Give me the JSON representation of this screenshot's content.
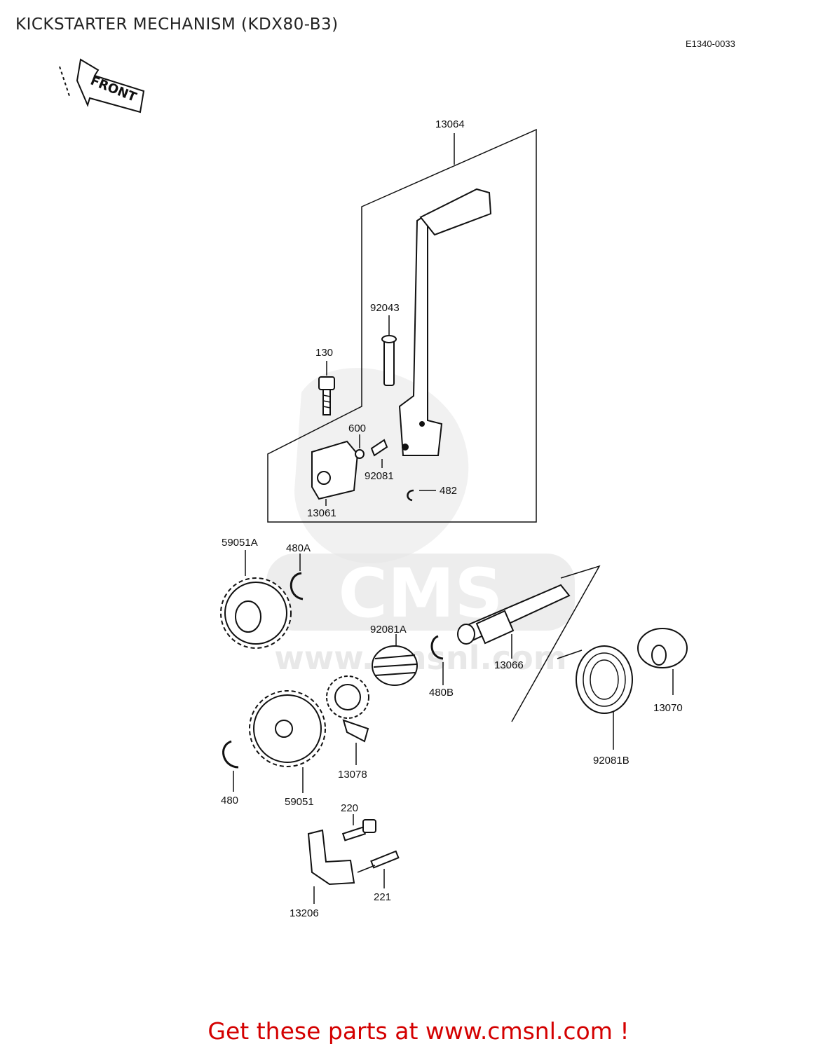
{
  "header": {
    "title": "KICKSTARTER MECHANISM (KDX80-B3)",
    "ref_code": "E1340-0033",
    "front_label": "FRONT"
  },
  "watermark": {
    "logo_text": "CMS",
    "url_text": "www.cmsnl.com"
  },
  "parts": [
    {
      "id": "13064",
      "label": "13064"
    },
    {
      "id": "92043",
      "label": "92043"
    },
    {
      "id": "130",
      "label": "130"
    },
    {
      "id": "600",
      "label": "600"
    },
    {
      "id": "92081",
      "label": "92081"
    },
    {
      "id": "482",
      "label": "482"
    },
    {
      "id": "13061",
      "label": "13061"
    },
    {
      "id": "59051A",
      "label": "59051A"
    },
    {
      "id": "480A",
      "label": "480A"
    },
    {
      "id": "92081A",
      "label": "92081A"
    },
    {
      "id": "480B",
      "label": "480B"
    },
    {
      "id": "13066",
      "label": "13066"
    },
    {
      "id": "13070",
      "label": "13070"
    },
    {
      "id": "92081B",
      "label": "92081B"
    },
    {
      "id": "13078",
      "label": "13078"
    },
    {
      "id": "480",
      "label": "480"
    },
    {
      "id": "59051",
      "label": "59051"
    },
    {
      "id": "220",
      "label": "220"
    },
    {
      "id": "221",
      "label": "221"
    },
    {
      "id": "13206",
      "label": "13206"
    }
  ],
  "footer": {
    "promo_text": "Get these parts at www.cmsnl.com !"
  }
}
